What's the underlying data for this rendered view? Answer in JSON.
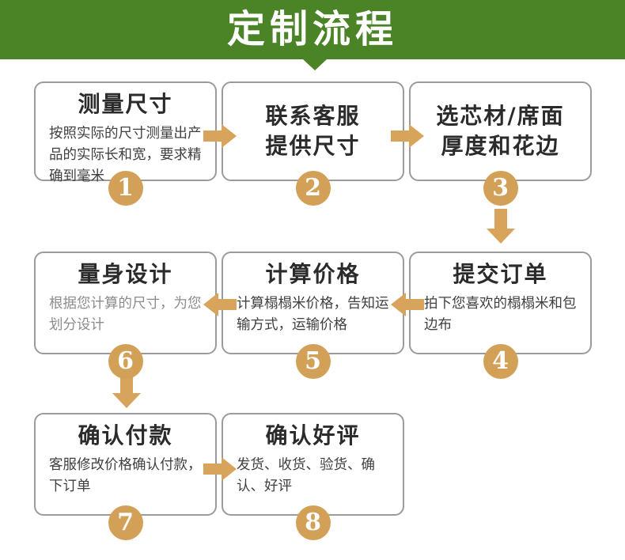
{
  "header": {
    "title": "定制流程"
  },
  "colors": {
    "green": "#4a8427",
    "accent": "#d8a45c",
    "accent_badge": "#d3a057",
    "border_gray": "#9b9b9b"
  },
  "steps": [
    {
      "number": "1",
      "title": "测量尺寸",
      "title2": "",
      "desc": "按照实际的尺寸测量出产品的实际长和宽，要求精确到毫米"
    },
    {
      "number": "2",
      "title": "联系客服",
      "title2": "提供尺寸",
      "desc": ""
    },
    {
      "number": "3",
      "title": "选芯材/席面",
      "title2": "厚度和花边",
      "desc": ""
    },
    {
      "number": "4",
      "title": "提交订单",
      "title2": "",
      "desc": "拍下您喜欢的榻榻米和包边布"
    },
    {
      "number": "5",
      "title": "计算价格",
      "title2": "",
      "desc": "计算榻榻米价格，告知运输方式，运输价格"
    },
    {
      "number": "6",
      "title": "量身设计",
      "title2": "",
      "desc": "根据您计算的尺寸，为您划分设计"
    },
    {
      "number": "7",
      "title": "确认付款",
      "title2": "",
      "desc": "客服修改价格确认付款，下订单"
    },
    {
      "number": "8",
      "title": "确认好评",
      "title2": "",
      "desc": "发货、收货、验货、确认、好评"
    }
  ],
  "arrows": [
    {
      "from": "1",
      "to": "2",
      "direction": "right"
    },
    {
      "from": "2",
      "to": "3",
      "direction": "right"
    },
    {
      "from": "3",
      "to": "4",
      "direction": "down"
    },
    {
      "from": "4",
      "to": "5",
      "direction": "left"
    },
    {
      "from": "5",
      "to": "6",
      "direction": "left"
    },
    {
      "from": "6",
      "to": "7",
      "direction": "down"
    },
    {
      "from": "7",
      "to": "8",
      "direction": "right"
    }
  ]
}
